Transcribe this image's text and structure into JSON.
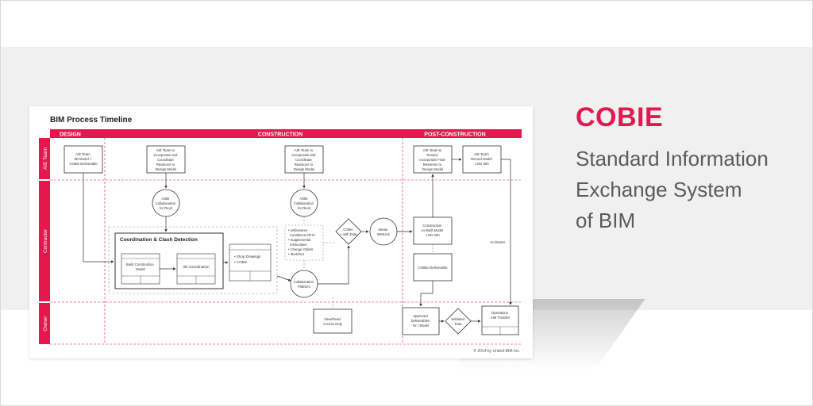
{
  "brand": {
    "title": "COBIE",
    "subtitle_lines": [
      "Standard Information",
      "Exchange System",
      "of BIM"
    ]
  },
  "diagram": {
    "title": "BIM Process Timeline",
    "phases": [
      "DESIGN",
      "CONSTRUCTION",
      "POST-CONSTRUCTION"
    ],
    "lanes": [
      "A/E Team",
      "Contractor",
      "Owner"
    ],
    "nodes": {
      "ae_design": [
        "A/E Team",
        "3D Model +",
        "COBie Deliverable"
      ],
      "ae_incorp1": [
        "A/E Team to",
        "Incorporate and",
        "Coordinate",
        "Revisions to",
        "Design Model"
      ],
      "ae_incorp2": [
        "A/E Team to",
        "Incorporate and",
        "Coordinate",
        "Revisions to",
        "Design Model"
      ],
      "ae_review": [
        "A/E Team to",
        "Review",
        "Incorporate Final",
        "Revisions to",
        "Design Model"
      ],
      "ae_record": [
        "A/E Team",
        "Record Model",
        "LOD 300"
      ],
      "a360_1": [
        "A360",
        "Collaboration",
        "for Revit"
      ],
      "a360_2": [
        "A360",
        "Collaboration",
        "for Revit"
      ],
      "coord_title": "Coordination & Clash Detection",
      "build_model": [
        "Build Construction",
        "Model"
      ],
      "clash": "3D Coordination",
      "gen_docs": [
        "• Shop Drawings",
        "• COBie"
      ],
      "rfi_list": [
        "• Unforeseen",
        "Conditions/ RFI's",
        "• Supplemental",
        "Instructions",
        "• Change Orders",
        "• Sketches"
      ],
      "collab_platform": [
        "Collaboration",
        "Platform"
      ],
      "cobie_data": [
        "COBie",
        "+ with Data"
      ],
      "ideate": [
        "Ideate",
        "BIMLink"
      ],
      "construction_model": [
        "Construction",
        "As-Built Model",
        "LOD 400"
      ],
      "cobie_deliverable": "COBie Deliverable",
      "view_read": [
        "View/Read",
        "Access Only"
      ],
      "approved": [
        "Approved",
        "Deliverables",
        "for / Model"
      ],
      "validated": [
        "Validated",
        "Data"
      ],
      "operations": [
        "Operations",
        "AIM Transfer"
      ],
      "to_owner": "to Owner"
    },
    "copyright": "© 2014 by United-BIM Inc."
  }
}
